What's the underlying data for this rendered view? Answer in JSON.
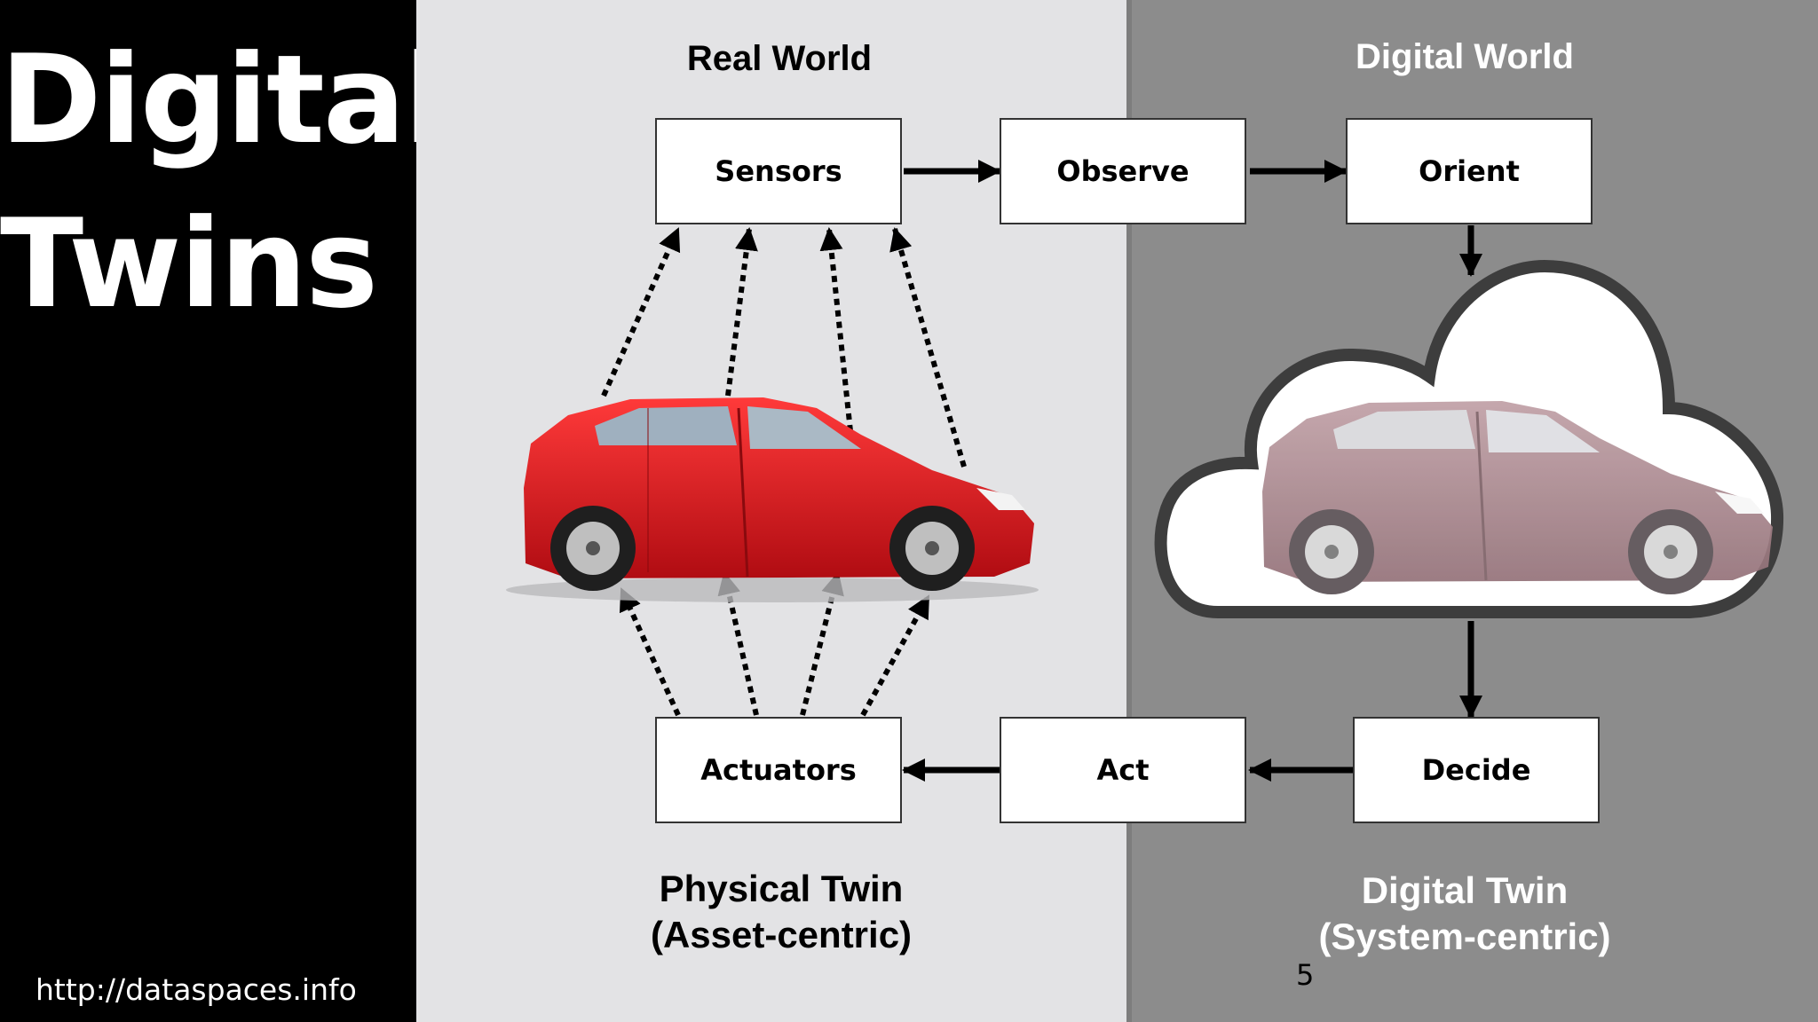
{
  "sidebar": {
    "title_line1": "Digital",
    "title_line2": "Twins",
    "url": "http://dataspaces.info"
  },
  "real_world": {
    "heading": "Real World",
    "caption_line1": "Physical Twin",
    "caption_line2": "(Asset-centric)"
  },
  "digital_world": {
    "heading": "Digital World",
    "caption_line1": "Digital Twin",
    "caption_line2": "(System-centric)"
  },
  "boxes": {
    "sensors": "Sensors",
    "observe": "Observe",
    "orient": "Orient",
    "actuators": "Actuators",
    "act": "Act",
    "decide": "Decide"
  },
  "page_number": "5",
  "colors": {
    "real_bg": "#e3e3e5",
    "digital_bg": "#8c8c8c",
    "car_real": "#d4141c",
    "car_digital": "#a8868e"
  },
  "icons": [
    "red-car-icon",
    "digital-car-icon",
    "cloud-icon"
  ]
}
